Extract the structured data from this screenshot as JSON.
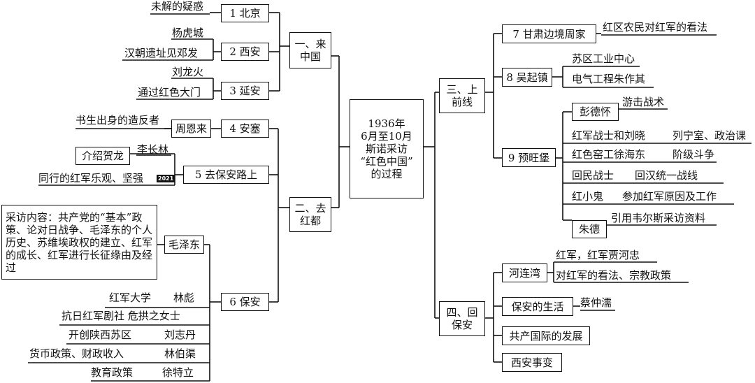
{
  "center": {
    "line1": "1936年",
    "line2": "6月至10月",
    "line3": "斯诺采访",
    "line4": "“红色中国”",
    "line5": "的过程"
  },
  "branches": {
    "b1": {
      "line1": "一、来",
      "line2": "中国"
    },
    "b2": {
      "line1": "二、去",
      "line2": "红都"
    },
    "b3": {
      "line1": "三、上",
      "line2": "前线"
    },
    "b4": {
      "line1": "四、回",
      "line2": "保安"
    }
  },
  "nodes": {
    "n1": "1 北京",
    "n2": "2 西安",
    "n3": "3 延安",
    "n4": "4 安塞",
    "n5": "5 去保安路上",
    "n6": "6 保安",
    "n7": "7 甘肃边境周家",
    "n8": "8 吴起镇",
    "n9": "9 预旺堡"
  },
  "leaves": {
    "weijie": "未解的疑惑",
    "yanghucheng": "杨虎城",
    "hanchao": "汉朝遗址见邓发",
    "liulonghuo": "刘龙火",
    "tongguo": "通过红色大门",
    "shusheng": "书生出身的造反者",
    "zhouenlai": "周恩来",
    "lichanglin": "李长林",
    "jieshao": "介绍贺龙",
    "tongxing": "同行的红军乐观、坚强",
    "caifang": "采访内容：共产党的“基本”政策、论对日战争、毛泽东的个人历史、苏维埃政权的建立、红军的成长、红军进行长征缘由及经过",
    "maozedong": "毛泽东",
    "hongjundaxue": "红军大学",
    "linbiao": "林彪",
    "kangri": "抗日红军剧社 危拱之女士",
    "kaichuang": "开创陕西苏区",
    "liuzhidan": "刘志丹",
    "huobi": "货币政策、财政收入",
    "linboqu": "林伯渠",
    "jiaoyu": "教育政策",
    "xutel": "徐特立",
    "hongqu": "红区农民对红军的看法",
    "suqu": "苏区工业中心",
    "dianqi": "电气工程朱作其",
    "pengdehuai": "彭德怀",
    "youji": "游击战术",
    "hongjunzhanshi": "红军战士和刘晓",
    "liening": "列宁室、政治课",
    "hongseyao": "红色窑工徐海东",
    "jieji": "阶级斗争",
    "huimin": "回民战士",
    "huihan": "回汉统一战线",
    "hongxiaogui": "红小鬼",
    "canjia": "参加红军原因及工作",
    "zhude": "朱德",
    "yinyong": "引用韦尔斯采访资料",
    "hongjun2": "红军，红军贾河忠",
    "helianwan": "河连湾",
    "duihongjun": "对红军的看法、宗教政策",
    "baoan": "保安的生活",
    "caizhonghan": "蔡仲濡",
    "gongchan": "共产国际的发展",
    "xian": "西安事变"
  },
  "badge": "2021"
}
